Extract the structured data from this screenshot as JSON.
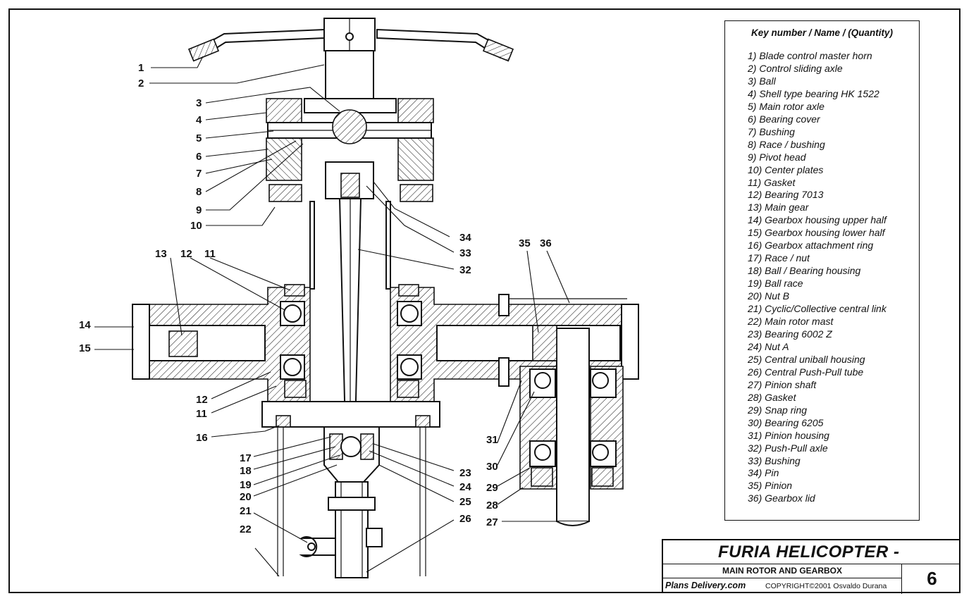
{
  "legend": {
    "title": "Key number / Name / (Quantity)",
    "items": [
      "1) Blade control master horn",
      "2) Control sliding axle",
      "3) Ball",
      "4) Shell type bearing HK 1522",
      "5) Main rotor axle",
      "6) Bearing cover",
      "7) Bushing",
      "8) Race / bushing",
      "9) Pivot head",
      "10) Center plates",
      "11) Gasket",
      "12) Bearing 7013",
      "13) Main gear",
      "14) Gearbox housing upper half",
      "15) Gearbox housing lower half",
      "16) Gearbox attachment ring",
      "17) Race / nut",
      "18) Ball / Bearing housing",
      "19) Ball race",
      "20) Nut B",
      "21) Cyclic/Collective central link",
      "22) Main rotor mast",
      "23) Bearing 6002 Z",
      "24) Nut A",
      "25) Central uniball housing",
      "26) Central Push-Pull tube",
      "27) Pinion shaft",
      "28) Gasket",
      "29) Snap ring",
      "30) Bearing 6205",
      "31) Pinion housing",
      "32) Push-Pull axle",
      "33) Bushing",
      "34) Pin",
      "35) Pinion",
      "36) Gearbox lid"
    ]
  },
  "title_block": {
    "title": "FURIA HELICOPTER -",
    "subtitle": "MAIN ROTOR AND GEARBOX",
    "site": "Plans Delivery.com",
    "copyright": "COPYRIGHT©2001 Osvaldo Durana",
    "page": "6"
  },
  "callouts": [
    {
      "id": "c1",
      "text": "1"
    },
    {
      "id": "c2",
      "text": "2"
    },
    {
      "id": "c3",
      "text": "3"
    },
    {
      "id": "c4",
      "text": "4"
    },
    {
      "id": "c5",
      "text": "5"
    },
    {
      "id": "c6",
      "text": "6"
    },
    {
      "id": "c7",
      "text": "7"
    },
    {
      "id": "c8",
      "text": "8"
    },
    {
      "id": "c9",
      "text": "9"
    },
    {
      "id": "c10",
      "text": "10"
    },
    {
      "id": "c11",
      "text": "11"
    },
    {
      "id": "c12",
      "text": "12"
    },
    {
      "id": "c13",
      "text": "13"
    },
    {
      "id": "c14",
      "text": "14"
    },
    {
      "id": "c15",
      "text": "15"
    },
    {
      "id": "c16",
      "text": "16"
    },
    {
      "id": "c17",
      "text": "17"
    },
    {
      "id": "c18",
      "text": "18"
    },
    {
      "id": "c19",
      "text": "19"
    },
    {
      "id": "c20",
      "text": "20"
    },
    {
      "id": "c21",
      "text": "21"
    },
    {
      "id": "c22",
      "text": "22"
    },
    {
      "id": "c23",
      "text": "23"
    },
    {
      "id": "c24",
      "text": "24"
    },
    {
      "id": "c25",
      "text": "25"
    },
    {
      "id": "c26",
      "text": "26"
    },
    {
      "id": "c27",
      "text": "27"
    },
    {
      "id": "c28",
      "text": "28"
    },
    {
      "id": "c29",
      "text": "29"
    },
    {
      "id": "c30",
      "text": "30"
    },
    {
      "id": "c31",
      "text": "31"
    },
    {
      "id": "c32",
      "text": "32"
    },
    {
      "id": "c33",
      "text": "33"
    },
    {
      "id": "c34",
      "text": "34"
    },
    {
      "id": "c35",
      "text": "35"
    },
    {
      "id": "c36",
      "text": "36"
    },
    {
      "id": "c11b",
      "text": "11"
    },
    {
      "id": "c12b",
      "text": "12"
    }
  ]
}
